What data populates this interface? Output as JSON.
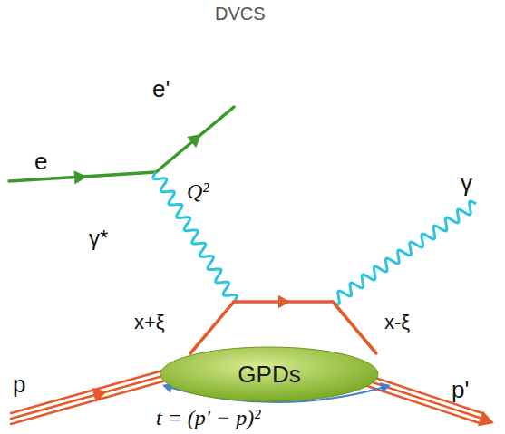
{
  "diagram": {
    "title": "DVCS",
    "nodes": [
      {
        "text": [
          "GPDs"
        ]
      }
    ],
    "labels": [
      "e'",
      "e",
      "Q²",
      "γ*",
      "γ",
      "x+ξ",
      "x-ξ",
      "p",
      "p'",
      "t = (p' − p)²"
    ]
  }
}
